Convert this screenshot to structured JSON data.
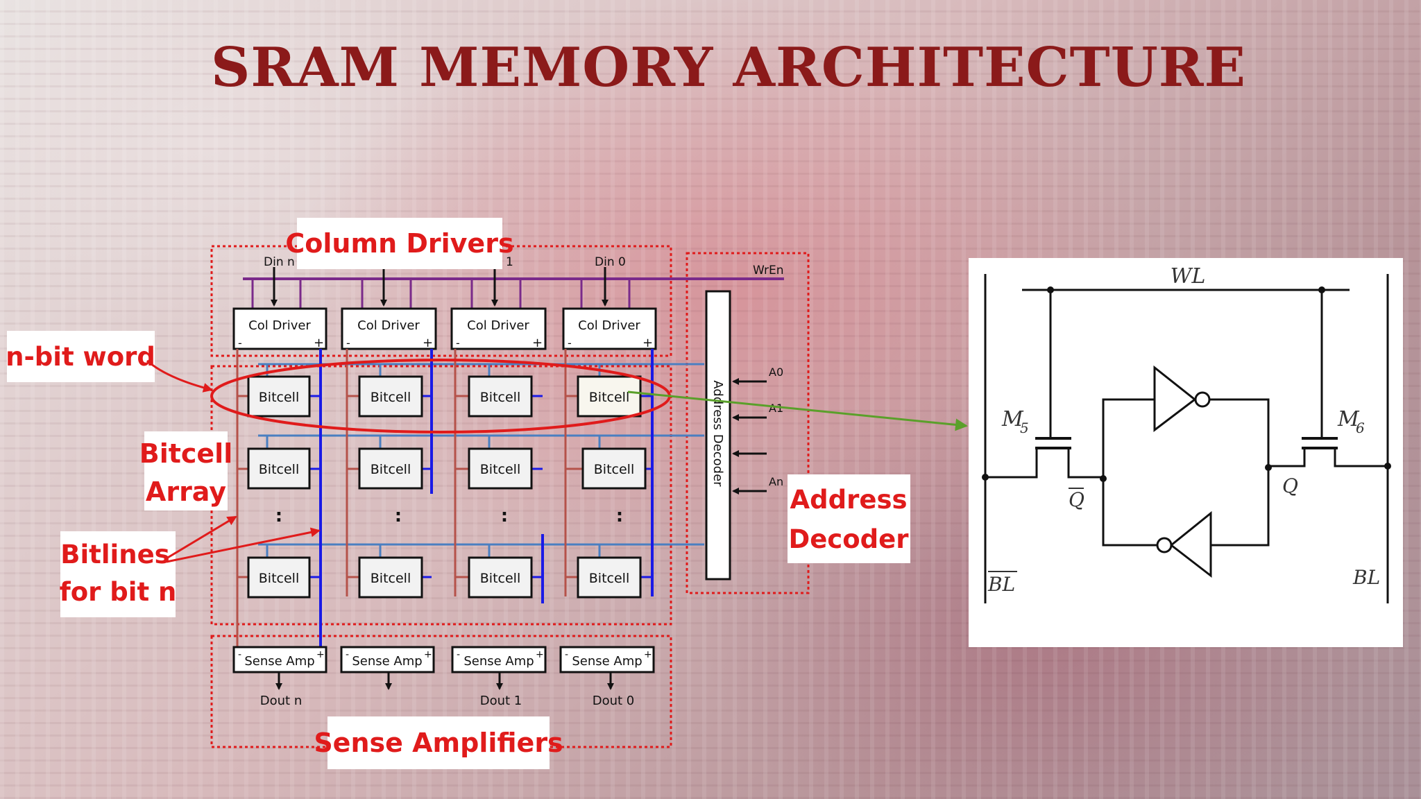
{
  "title": "SRAM MEMORY ARCHITECTURE",
  "callouts": {
    "column_drivers": "Column Drivers",
    "n_bit_word": "n-bit word",
    "bitcell_array_line1": "Bitcell",
    "bitcell_array_line2": "Array",
    "bitlines_line1": "Bitlines",
    "bitlines_line2": "for bit n",
    "address_decoder_line1": "Address",
    "address_decoder_line2": "Decoder",
    "sense_amplifiers": "Sense Amplifiers"
  },
  "inputs": {
    "din_n": "Din n",
    "din_1": "Din 1",
    "din_0": "Din 0",
    "wren": "WrEn"
  },
  "col_driver_label": "Col Driver",
  "bitcell_label": "Bitcell",
  "vdots": ":",
  "minus": "-",
  "plus": "+",
  "sense_amp_label": "Sense Amp",
  "outputs": {
    "dout_n": "Dout n",
    "dout_1": "Dout 1",
    "dout_0": "Dout 0"
  },
  "decoder": {
    "label": "Address Decoder",
    "a0": "A0",
    "a1": "A1",
    "an": "An"
  },
  "cell": {
    "wl": "WL",
    "m5": "M",
    "m5_sub": "5",
    "m6": "M",
    "m6_sub": "6",
    "q": "Q",
    "q_bar": "Q",
    "bl": "BL",
    "bl_bar": "BL"
  },
  "colors": {
    "title": "#8b1a1a",
    "callout": "#e01b1b",
    "wordline": "#4a7fc1",
    "bitline_blue": "#1a1ae6",
    "bitline_red": "#b5524a",
    "wren_line": "#7a2a8a",
    "arrow_green": "#5aa02a"
  }
}
